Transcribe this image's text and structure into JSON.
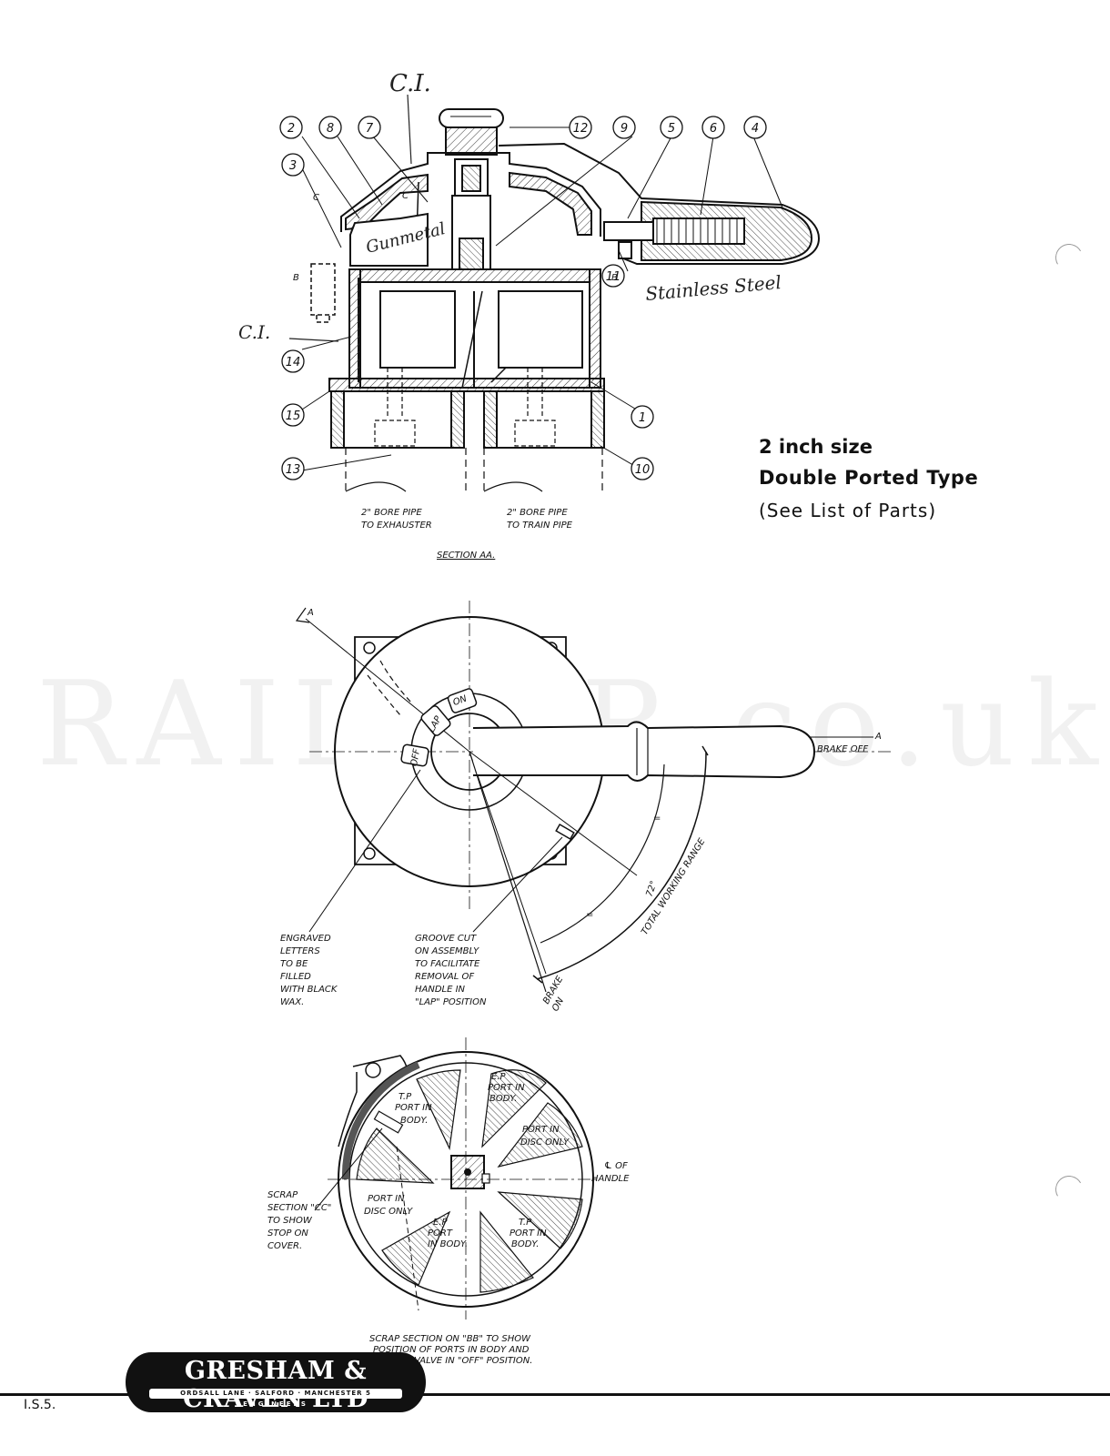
{
  "caption": {
    "size": "2 inch size",
    "type": "Double Ported  Type",
    "note": "(See  List  of  Parts)"
  },
  "section_aa": {
    "title": "SECTION AA.",
    "part_numbers": [
      "2",
      "8",
      "7",
      "12",
      "9",
      "5",
      "6",
      "4",
      "3",
      "11",
      "14",
      "15",
      "1",
      "13",
      "10"
    ],
    "handwritten": {
      "ci_top": "C.I.",
      "ci_left": "C.I.",
      "gunmetal": "Gunmetal",
      "stainless": "Stainless Steel"
    },
    "section_marks": {
      "c_left": "C",
      "c_right": "C",
      "b_left": "B",
      "b_right": "B"
    },
    "pipe_left": [
      "2\" BORE PIPE",
      "TO EXHAUSTER"
    ],
    "pipe_right": [
      "2\" BORE PIPE",
      "TO TRAIN PIPE"
    ]
  },
  "plan_view": {
    "section_mark_top": "A",
    "section_mark_right": "A",
    "positions": {
      "off": "OFF",
      "lap": "LAP",
      "on": "ON"
    },
    "brake_off": "BRAKE OFF",
    "brake_on": [
      "BRAKE",
      "ON"
    ],
    "angle": "72°",
    "range": "TOTAL WORKING RANGE",
    "equal": "=",
    "note_engraved": [
      "ENGRAVED",
      "LETTERS",
      "TO BE",
      "FILLED",
      "WITH BLACK",
      "WAX."
    ],
    "note_groove": [
      "GROOVE CUT",
      "ON ASSEMBLY",
      "TO FACILITATE",
      "REMOVAL OF",
      "HANDLE IN",
      "\"LAP\" POSITION"
    ]
  },
  "scrap_bb": {
    "ports": {
      "tp_top": [
        "T.P",
        "PORT IN",
        "BODY."
      ],
      "ep_top": [
        "E.P",
        "PORT IN",
        "BODY."
      ],
      "disc_right": [
        "PORT IN",
        "DISC ONLY"
      ],
      "disc_left": [
        "PORT IN",
        "DISC ONLY"
      ],
      "ep_bottom": [
        "E.P",
        "PORT",
        "IN BODY."
      ],
      "tp_bottom": [
        "T.P",
        "PORT IN",
        "BODY."
      ]
    },
    "handle_cl": [
      "℄ OF",
      "HANDLE"
    ],
    "scrap_cc": [
      "SCRAP",
      "SECTION \"CC\"",
      "TO SHOW",
      "STOP ON",
      "COVER."
    ],
    "caption": [
      "SCRAP SECTION ON \"BB\" TO SHOW",
      "POSITION OF PORTS IN BODY AND",
      "AIR DISC VALVE IN \"OFF\" POSITION."
    ]
  },
  "footer": {
    "company": "GRESHAM & CRAVEN LTD",
    "address": "ORDSALL LANE · SALFORD · MANCHESTER 5",
    "engineers": "ENGINEERS",
    "ref": "I.S.5."
  },
  "watermark": "RAILCAR.co.uk"
}
